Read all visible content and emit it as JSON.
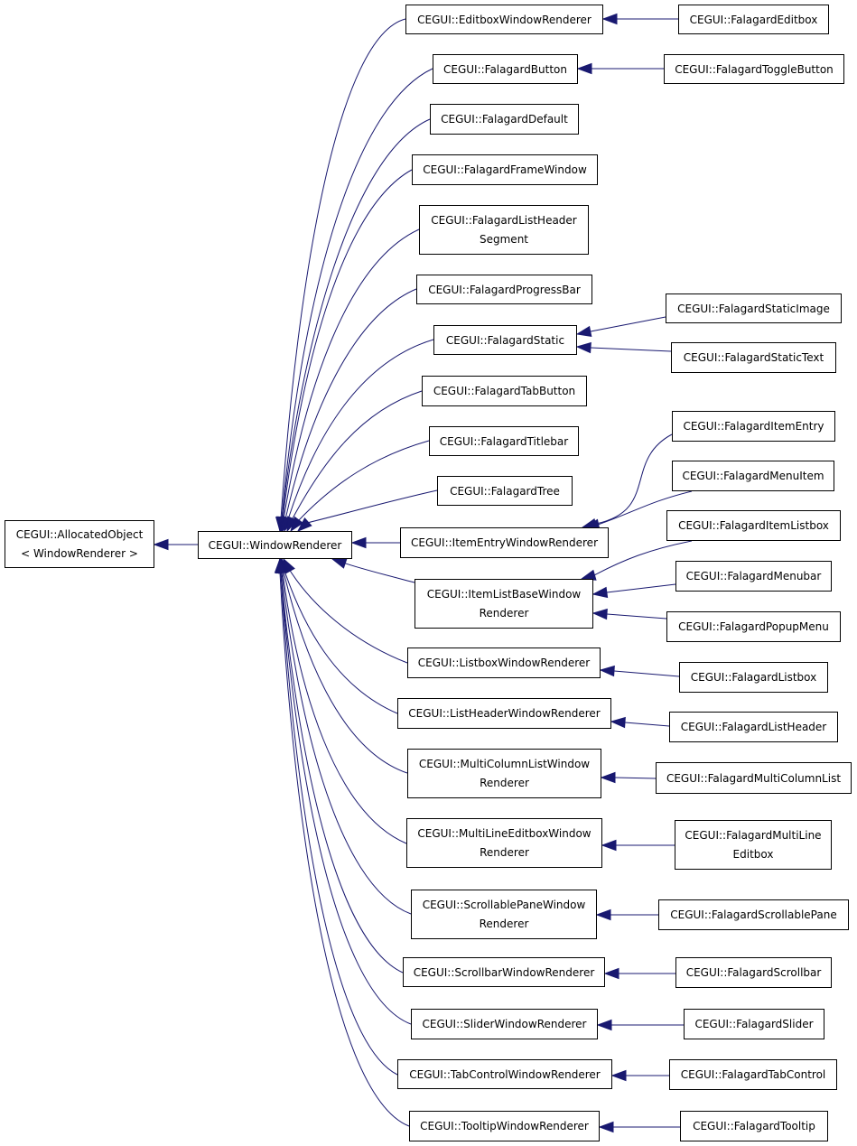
{
  "colors": {
    "edge": "#191970",
    "node_border": "#000000",
    "background": "#ffffff"
  },
  "nodes": {
    "allocated": {
      "lines": [
        "CEGUI::AllocatedObject",
        "< WindowRenderer >"
      ]
    },
    "window_renderer": {
      "lines": [
        "CEGUI::WindowRenderer"
      ]
    },
    "editbox_wr": {
      "lines": [
        "CEGUI::EditboxWindowRenderer"
      ]
    },
    "falagard_button": {
      "lines": [
        "CEGUI::FalagardButton"
      ]
    },
    "falagard_default": {
      "lines": [
        "CEGUI::FalagardDefault"
      ]
    },
    "falagard_frame_window": {
      "lines": [
        "CEGUI::FalagardFrameWindow"
      ]
    },
    "falagard_list_header_segment": {
      "lines": [
        "CEGUI::FalagardListHeader",
        "Segment"
      ]
    },
    "falagard_progress_bar": {
      "lines": [
        "CEGUI::FalagardProgressBar"
      ]
    },
    "falagard_static": {
      "lines": [
        "CEGUI::FalagardStatic"
      ]
    },
    "falagard_tab_button": {
      "lines": [
        "CEGUI::FalagardTabButton"
      ]
    },
    "falagard_titlebar": {
      "lines": [
        "CEGUI::FalagardTitlebar"
      ]
    },
    "falagard_tree": {
      "lines": [
        "CEGUI::FalagardTree"
      ]
    },
    "item_entry_wr": {
      "lines": [
        "CEGUI::ItemEntryWindowRenderer"
      ]
    },
    "item_list_base_wr": {
      "lines": [
        "CEGUI::ItemListBaseWindow",
        "Renderer"
      ]
    },
    "listbox_wr": {
      "lines": [
        "CEGUI::ListboxWindowRenderer"
      ]
    },
    "list_header_wr": {
      "lines": [
        "CEGUI::ListHeaderWindowRenderer"
      ]
    },
    "multi_column_list_wr": {
      "lines": [
        "CEGUI::MultiColumnListWindow",
        "Renderer"
      ]
    },
    "multi_line_editbox_wr": {
      "lines": [
        "CEGUI::MultiLineEditboxWindow",
        "Renderer"
      ]
    },
    "scrollable_pane_wr": {
      "lines": [
        "CEGUI::ScrollablePaneWindow",
        "Renderer"
      ]
    },
    "scrollbar_wr": {
      "lines": [
        "CEGUI::ScrollbarWindowRenderer"
      ]
    },
    "slider_wr": {
      "lines": [
        "CEGUI::SliderWindowRenderer"
      ]
    },
    "tab_control_wr": {
      "lines": [
        "CEGUI::TabControlWindowRenderer"
      ]
    },
    "tooltip_wr": {
      "lines": [
        "CEGUI::TooltipWindowRenderer"
      ]
    },
    "falagard_editbox": {
      "lines": [
        "CEGUI::FalagardEditbox"
      ]
    },
    "falagard_toggle_button": {
      "lines": [
        "CEGUI::FalagardToggleButton"
      ]
    },
    "falagard_static_image": {
      "lines": [
        "CEGUI::FalagardStaticImage"
      ]
    },
    "falagard_static_text": {
      "lines": [
        "CEGUI::FalagardStaticText"
      ]
    },
    "falagard_item_entry": {
      "lines": [
        "CEGUI::FalagardItemEntry"
      ]
    },
    "falagard_menu_item": {
      "lines": [
        "CEGUI::FalagardMenuItem"
      ]
    },
    "falagard_item_listbox": {
      "lines": [
        "CEGUI::FalagardItemListbox"
      ]
    },
    "falagard_menubar": {
      "lines": [
        "CEGUI::FalagardMenubar"
      ]
    },
    "falagard_popup_menu": {
      "lines": [
        "CEGUI::FalagardPopupMenu"
      ]
    },
    "falagard_listbox": {
      "lines": [
        "CEGUI::FalagardListbox"
      ]
    },
    "falagard_list_header": {
      "lines": [
        "CEGUI::FalagardListHeader"
      ]
    },
    "falagard_multi_column_list": {
      "lines": [
        "CEGUI::FalagardMultiColumnList"
      ]
    },
    "falagard_multi_line_editbox": {
      "lines": [
        "CEGUI::FalagardMultiLine",
        "Editbox"
      ]
    },
    "falagard_scrollable_pane": {
      "lines": [
        "CEGUI::FalagardScrollablePane"
      ]
    },
    "falagard_scrollbar": {
      "lines": [
        "CEGUI::FalagardScrollbar"
      ]
    },
    "falagard_slider": {
      "lines": [
        "CEGUI::FalagardSlider"
      ]
    },
    "falagard_tab_control": {
      "lines": [
        "CEGUI::FalagardTabControl"
      ]
    },
    "falagard_tooltip": {
      "lines": [
        "CEGUI::FalagardTooltip"
      ]
    }
  },
  "edges": [
    {
      "child": "window_renderer",
      "parent": "allocated"
    },
    {
      "child": "editbox_wr",
      "parent": "window_renderer"
    },
    {
      "child": "falagard_button",
      "parent": "window_renderer"
    },
    {
      "child": "falagard_default",
      "parent": "window_renderer"
    },
    {
      "child": "falagard_frame_window",
      "parent": "window_renderer"
    },
    {
      "child": "falagard_list_header_segment",
      "parent": "window_renderer"
    },
    {
      "child": "falagard_progress_bar",
      "parent": "window_renderer"
    },
    {
      "child": "falagard_static",
      "parent": "window_renderer"
    },
    {
      "child": "falagard_tab_button",
      "parent": "window_renderer"
    },
    {
      "child": "falagard_titlebar",
      "parent": "window_renderer"
    },
    {
      "child": "falagard_tree",
      "parent": "window_renderer"
    },
    {
      "child": "item_entry_wr",
      "parent": "window_renderer"
    },
    {
      "child": "item_list_base_wr",
      "parent": "window_renderer"
    },
    {
      "child": "listbox_wr",
      "parent": "window_renderer"
    },
    {
      "child": "list_header_wr",
      "parent": "window_renderer"
    },
    {
      "child": "multi_column_list_wr",
      "parent": "window_renderer"
    },
    {
      "child": "multi_line_editbox_wr",
      "parent": "window_renderer"
    },
    {
      "child": "scrollable_pane_wr",
      "parent": "window_renderer"
    },
    {
      "child": "scrollbar_wr",
      "parent": "window_renderer"
    },
    {
      "child": "slider_wr",
      "parent": "window_renderer"
    },
    {
      "child": "tab_control_wr",
      "parent": "window_renderer"
    },
    {
      "child": "tooltip_wr",
      "parent": "window_renderer"
    },
    {
      "child": "falagard_editbox",
      "parent": "editbox_wr"
    },
    {
      "child": "falagard_toggle_button",
      "parent": "falagard_button"
    },
    {
      "child": "falagard_static_image",
      "parent": "falagard_static"
    },
    {
      "child": "falagard_static_text",
      "parent": "falagard_static"
    },
    {
      "child": "falagard_item_entry",
      "parent": "item_entry_wr"
    },
    {
      "child": "falagard_menu_item",
      "parent": "item_entry_wr"
    },
    {
      "child": "falagard_item_listbox",
      "parent": "item_list_base_wr"
    },
    {
      "child": "falagard_menubar",
      "parent": "item_list_base_wr"
    },
    {
      "child": "falagard_popup_menu",
      "parent": "item_list_base_wr"
    },
    {
      "child": "falagard_listbox",
      "parent": "listbox_wr"
    },
    {
      "child": "falagard_list_header",
      "parent": "list_header_wr"
    },
    {
      "child": "falagard_multi_column_list",
      "parent": "multi_column_list_wr"
    },
    {
      "child": "falagard_multi_line_editbox",
      "parent": "multi_line_editbox_wr"
    },
    {
      "child": "falagard_scrollable_pane",
      "parent": "scrollable_pane_wr"
    },
    {
      "child": "falagard_scrollbar",
      "parent": "scrollbar_wr"
    },
    {
      "child": "falagard_slider",
      "parent": "slider_wr"
    },
    {
      "child": "falagard_tab_control",
      "parent": "tab_control_wr"
    },
    {
      "child": "falagard_tooltip",
      "parent": "tooltip_wr"
    }
  ]
}
